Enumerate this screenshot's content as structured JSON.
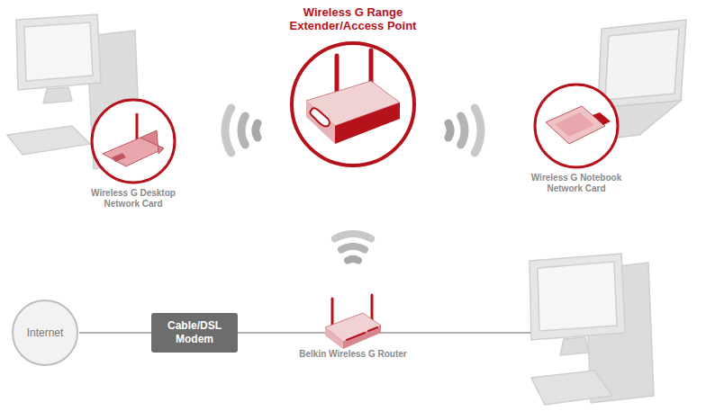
{
  "diagram": {
    "nodes": [
      {
        "text": [
          "Wireless G Range Extender/Access Point"
        ]
      },
      {
        "text": [
          "Wireless G Desktop Network Card"
        ]
      },
      {
        "text": [
          "Wireless G Notebook Network Card"
        ]
      },
      {
        "text": [
          "Internet"
        ]
      },
      {
        "text": [
          "Cable/DSL Modem"
        ]
      },
      {
        "text": [
          "Belkin Wireless G Router"
        ]
      }
    ],
    "edges": [
      {
        "from": 3,
        "to": 4,
        "arrow": "none"
      },
      {
        "from": 4,
        "to": 5,
        "arrow": "none"
      }
    ]
  }
}
